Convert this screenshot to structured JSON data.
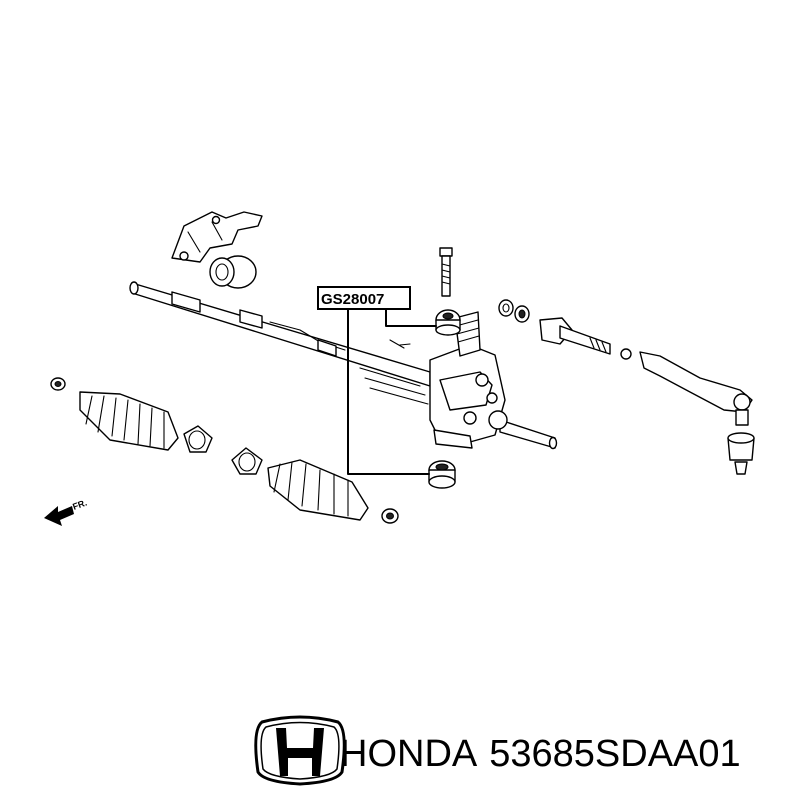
{
  "callout": {
    "part_code": "GS28007"
  },
  "direction_marker": {
    "label": "FR."
  },
  "footer": {
    "brand": "HONDA",
    "part_number": "53685SDAA01"
  },
  "logo": {
    "name": "honda-h-logo",
    "color": "#000000"
  },
  "icons": [
    "honda-h-logo",
    "front-arrow-icon"
  ]
}
